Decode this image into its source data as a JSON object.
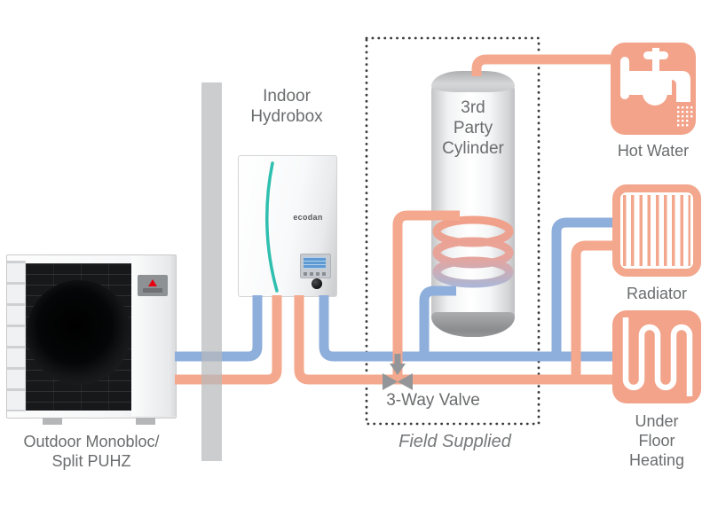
{
  "diagram_type": "heating-system-schematic",
  "labels": {
    "outdoor_unit": [
      "Outdoor Monobloc/",
      "Split PUHZ"
    ],
    "indoor_hydrobox": [
      "Indoor",
      "Hydrobox"
    ],
    "hydrobox_brand": "ecodan",
    "cylinder": [
      "3rd",
      "Party",
      "Cylinder"
    ],
    "three_way_valve": "3-Way Valve",
    "field_supplied": "Field Supplied",
    "hot_water": "Hot Water",
    "radiator": "Radiator",
    "under_floor_heating": [
      "Under",
      "Floor",
      "Heating"
    ]
  },
  "icons": {
    "hot_water": "tap-icon",
    "radiator": "radiator-icon",
    "under_floor_heating": "heating-coil-icon",
    "three_way_valve": "valve-icon",
    "flow_arrow": "arrow-down-icon",
    "outdoor_brand": "mitsubishi-triangle-icon"
  },
  "colors": {
    "pipe_hot": "#F4A88D",
    "pipe_cold": "#8EAEDB",
    "icon_fill": "#F2A38A",
    "label_text": "#6A6C6E",
    "wall": "#B9BABC",
    "valve": "#939598",
    "hydrobox_accent": "#2FBFAF",
    "dotted_border": "#3B3B3D",
    "brand_red": "#E60012"
  }
}
